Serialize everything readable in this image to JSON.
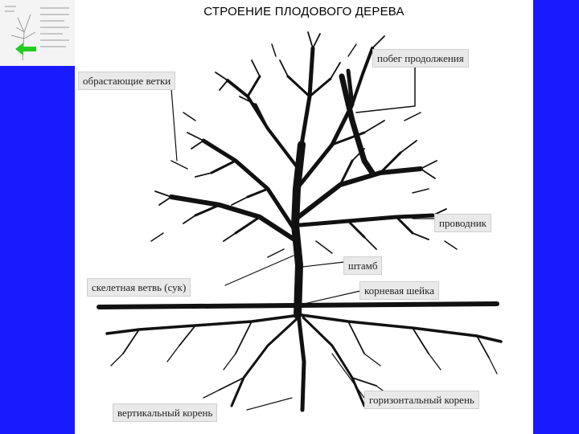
{
  "title": "СТРОЕНИЕ ПЛОДОВОГО ДЕРЕВА",
  "labels": {
    "overgrowing_branches": "обрастающие ветки",
    "continuation_shoot": "побег продолжения",
    "leader": "проводник",
    "trunk": "штамб",
    "skeletal_branch": "скелетная ветвь (сук)",
    "root_collar": "корневая шейка",
    "horizontal_root": "горизонтальный корень",
    "vertical_root": "вертикальный корень"
  },
  "colors": {
    "background": "#1a1aff",
    "panel": "#ffffff",
    "arrow": "#22cc22",
    "label_bg": "#e9e9e9"
  },
  "icons": {
    "thumbnail_arrow": "green-left-arrow-icon"
  }
}
